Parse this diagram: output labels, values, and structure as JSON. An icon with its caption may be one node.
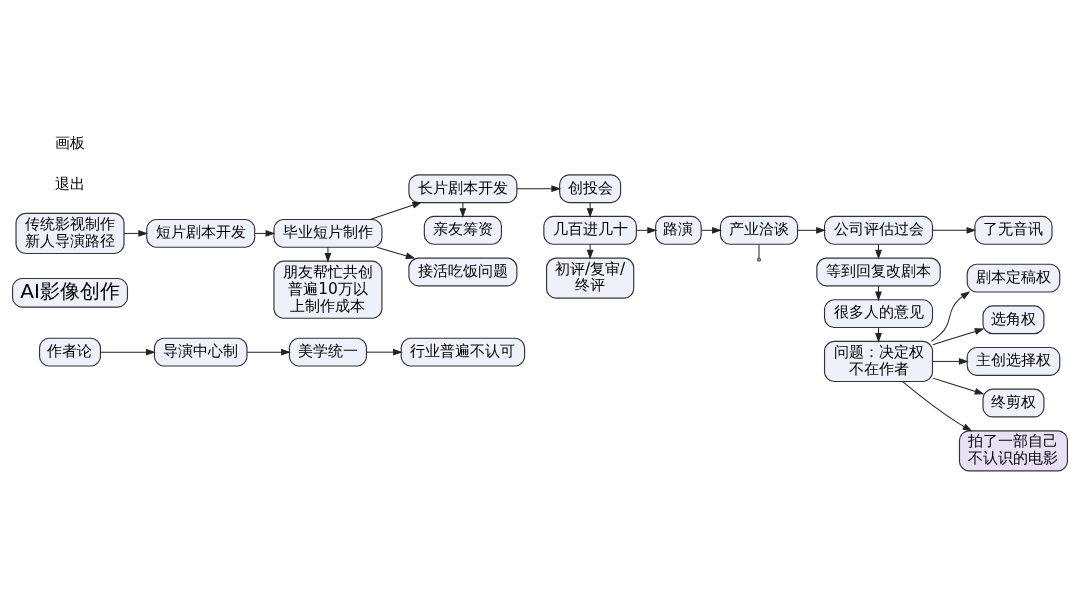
{
  "diagram": {
    "nodes": [
      {
        "text": [
          "作者论"
        ]
      },
      {
        "text": [
          "导演中心制"
        ]
      },
      {
        "text": [
          "美学统一"
        ]
      },
      {
        "text": [
          "行业普遍不认可"
        ]
      },
      {
        "text": [
          "AI影像创作"
        ]
      },
      {
        "text": [
          "剧本定稿权"
        ]
      },
      {
        "text": [
          "选角权"
        ]
      },
      {
        "text": [
          "主创选择权"
        ]
      },
      {
        "text": [
          "终剪权"
        ]
      },
      {
        "text": [
          "问题：决定权不在作者"
        ]
      },
      {
        "text": [
          "拍了一部自己不认识的电影"
        ]
      },
      {
        "text": [
          "很多人的意见"
        ]
      },
      {
        "text": [
          "等到回复改剧本"
        ]
      },
      {
        "text": [
          "了无音讯"
        ]
      },
      {
        "text": [
          "传统影视制作新人导演路径"
        ]
      },
      {
        "text": [
          "短片剧本开发"
        ]
      },
      {
        "text": [
          "毕业短片制作"
        ]
      },
      {
        "text": [
          "接活吃饭问题"
        ]
      },
      {
        "text": [
          "长片剧本开发"
        ]
      },
      {
        "text": [
          "创投会"
        ]
      },
      {
        "text": [
          "朋友帮忙共创普遍10万以上制作成本"
        ]
      },
      {
        "text": [
          "几百进几十"
        ]
      },
      {
        "text": [
          "路演"
        ]
      },
      {
        "text": [
          "产业洽谈"
        ]
      },
      {
        "text": [
          "公司评估过会"
        ]
      },
      {
        "text": [
          "初评/复审/终评"
        ]
      },
      {
        "text": [
          "亲友筹资"
        ]
      }
    ],
    "edges": [
      {
        "from": 0,
        "to": 1,
        "arrow": "to"
      },
      {
        "from": 1,
        "to": 2,
        "arrow": "to"
      },
      {
        "from": 2,
        "to": 3,
        "arrow": "to"
      },
      {
        "from": 9,
        "to": 5,
        "arrow": "to"
      },
      {
        "from": 9,
        "to": 6,
        "arrow": "to"
      },
      {
        "from": 9,
        "to": 7,
        "arrow": "to"
      },
      {
        "from": 9,
        "to": 8,
        "arrow": "to"
      },
      {
        "from": 9,
        "to": 10,
        "arrow": "to"
      },
      {
        "from": 11,
        "to": 9,
        "arrow": "to"
      },
      {
        "from": 12,
        "to": 11,
        "arrow": "to"
      },
      {
        "from": 24,
        "to": 12,
        "arrow": "to"
      },
      {
        "from": 24,
        "to": 13,
        "arrow": "to"
      },
      {
        "from": 14,
        "to": 15,
        "arrow": "to"
      },
      {
        "from": 15,
        "to": 16,
        "arrow": "to"
      },
      {
        "from": 16,
        "to": 17,
        "arrow": "to"
      },
      {
        "from": 16,
        "to": 18,
        "arrow": "to"
      },
      {
        "from": 16,
        "to": 20,
        "arrow": "to"
      },
      {
        "from": 18,
        "to": 19,
        "arrow": "to"
      },
      {
        "from": 18,
        "to": 26,
        "arrow": "to"
      },
      {
        "from": 19,
        "to": 21,
        "arrow": "to"
      },
      {
        "from": 21,
        "to": 22,
        "arrow": "to"
      },
      {
        "from": 21,
        "to": 25,
        "arrow": "to"
      },
      {
        "from": 22,
        "to": 23,
        "arrow": "to"
      },
      {
        "from": 23,
        "to": 24,
        "arrow": "to"
      },
      {
        "from": 23,
        "to": null,
        "arrow": "none"
      }
    ],
    "labels": [
      "退出",
      "画板"
    ]
  }
}
